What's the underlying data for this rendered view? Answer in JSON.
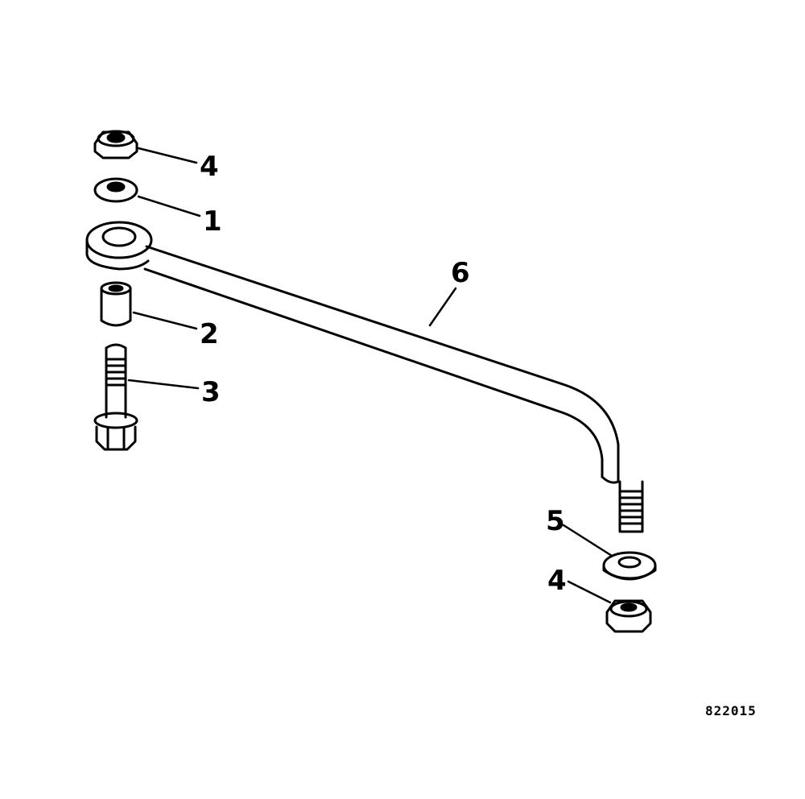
{
  "callouts": {
    "nut_top": "4",
    "washer_top": "1",
    "spacer": "2",
    "bolt": "3",
    "link_rod": "6",
    "washer_bottom": "5",
    "nut_bottom": "4"
  },
  "figure_code": "822015",
  "colors": {
    "ink": "#000000",
    "paper": "#ffffff"
  }
}
